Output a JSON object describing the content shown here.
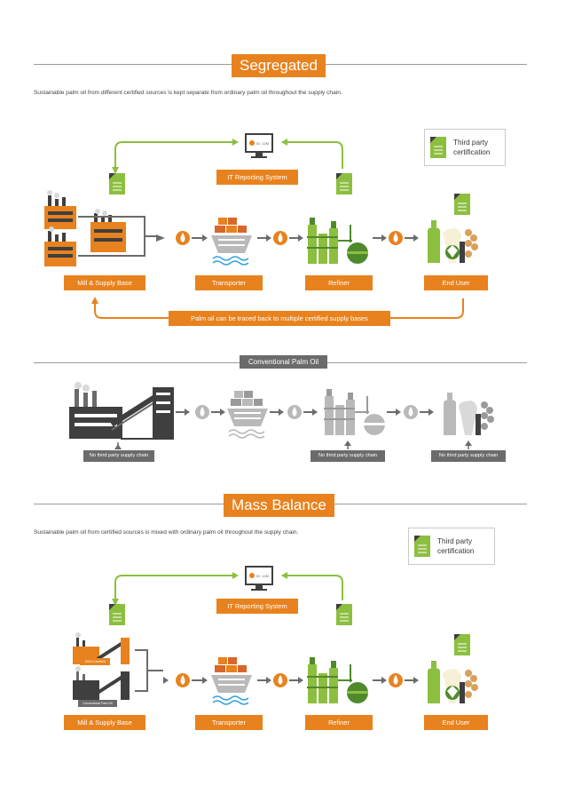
{
  "segregated": {
    "title": "Segregated",
    "subtitle": "Sustainable palm oil from different certified sources is kept separate from ordinary palm oil throughout the supply chain.",
    "third_party": "Third party\ncertification",
    "it_system": "IT Reporting System",
    "monitor_id": "ID: 12M",
    "mill": "Mill & Supply Base",
    "transporter": "Transporter",
    "refiner": "Refiner",
    "end_user": "End User",
    "traced": "Palm oil can be traced back to multiple certified supply bases"
  },
  "conventional": {
    "title": "Conventional Palm Oil",
    "no_chain_1": "No third party supply chain",
    "no_chain_2": "No third party supply chain",
    "no_chain_3": "No third party supply chain"
  },
  "mass_balance": {
    "title": "Mass Balance",
    "subtitle": "Sustainable palm oil from certified sources is mixed with ordinary palm oil throughout the supply chain.",
    "third_party": "Third party\ncertification",
    "it_system": "IT Reporting System",
    "monitor_id": "ID: 12M",
    "factory_certified": "100% Certified",
    "factory_conventional": "Conventional Palm Oil",
    "mill": "Mill & Supply Base",
    "transporter": "Transporter",
    "refiner": "Refiner",
    "end_user": "End User"
  },
  "colors": {
    "orange": "#e8821e",
    "green": "#8cbf3f",
    "dark_green": "#4e8a2c",
    "grey": "#6b6b6b",
    "light_grey": "#b9b9b9",
    "dark": "#3f3f3f"
  }
}
